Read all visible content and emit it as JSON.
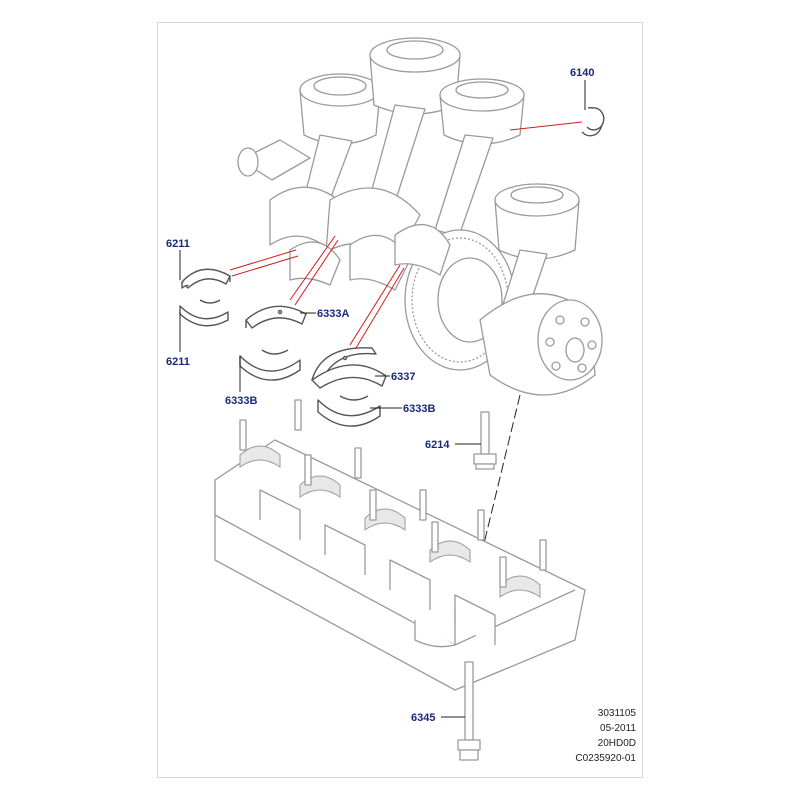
{
  "diagram": {
    "colors": {
      "callout_text": "#1a2a7a",
      "leader_black": "#222222",
      "leader_red": "#d21c1c",
      "part_outline": "#9a9a9a",
      "bearing_outline": "#555555"
    },
    "callouts": {
      "c6140": "6140",
      "c6211_top": "6211",
      "c6211_bottom": "6211",
      "c6333A": "6333A",
      "c6333B_left": "6333B",
      "c6337": "6337",
      "c6333B_right": "6333B",
      "c6214": "6214",
      "c6345": "6345"
    }
  },
  "footer": {
    "line1": "3031105",
    "line2": "05-2011",
    "line3": "20HD0D",
    "line4": "C0235920-01"
  }
}
